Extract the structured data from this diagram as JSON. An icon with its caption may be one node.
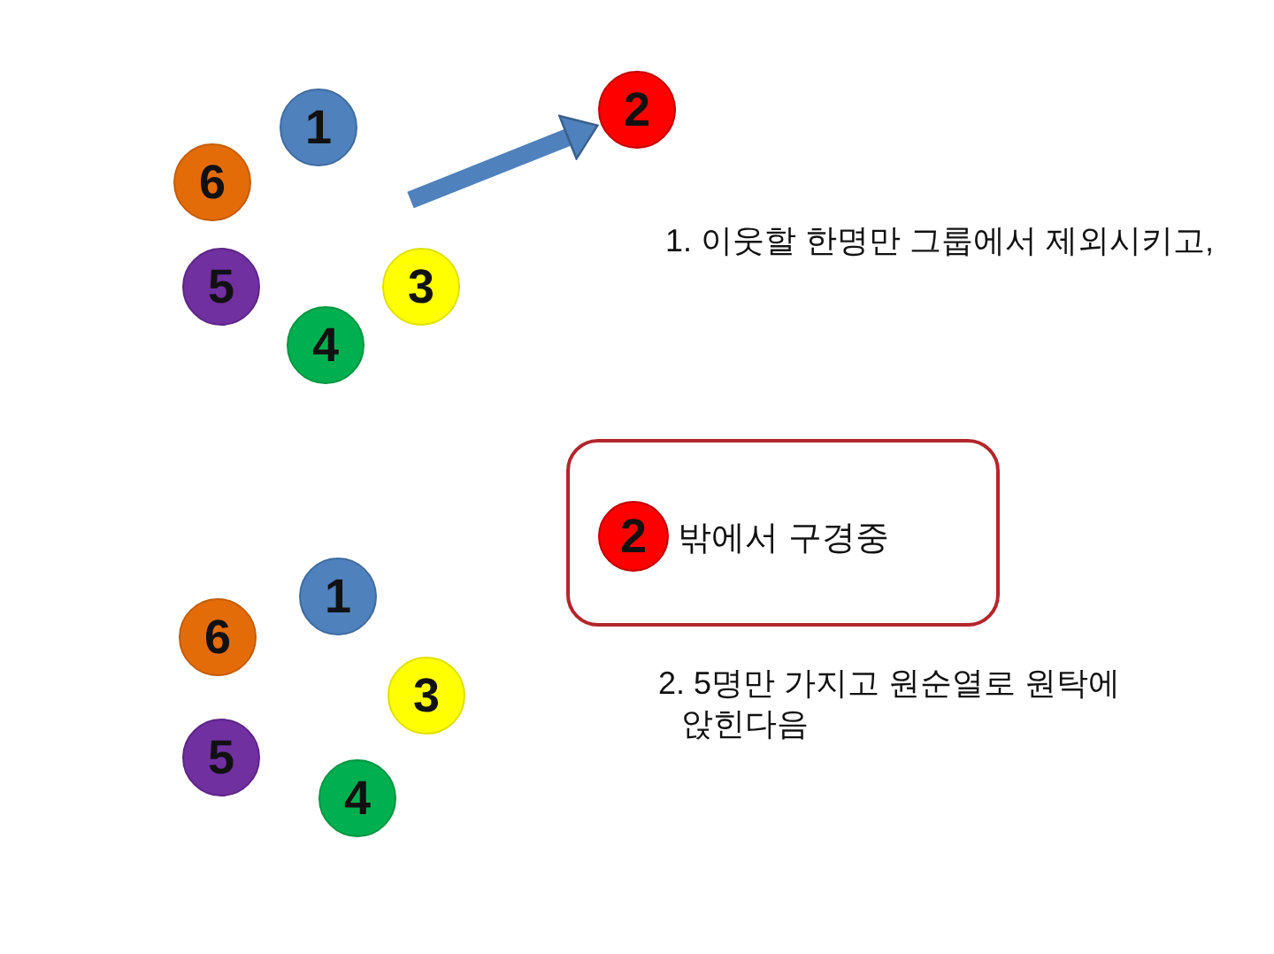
{
  "diagram": {
    "nodes": [
      {
        "text": [
          "1"
        ]
      },
      {
        "text": [
          "6"
        ]
      },
      {
        "text": [
          "5"
        ]
      },
      {
        "text": [
          "4"
        ]
      },
      {
        "text": [
          "3"
        ]
      },
      {
        "text": [
          "2"
        ]
      },
      {
        "text": [
          "밖에서 구경중"
        ]
      },
      {
        "text": [
          "2"
        ],
        "in": 6
      },
      {
        "text": [
          "1"
        ]
      },
      {
        "text": [
          "6"
        ]
      },
      {
        "text": [
          "5"
        ]
      },
      {
        "text": [
          "4"
        ]
      },
      {
        "text": [
          "3"
        ]
      }
    ],
    "edges": [
      {
        "from": null,
        "to": 5,
        "arrow": "to"
      }
    ],
    "labels": [
      "1. 이웃할 한명만 그룹에서 제외시키고,",
      "2. 5명만 가지고 원순열로 원탁에 앉힌다음"
    ]
  }
}
